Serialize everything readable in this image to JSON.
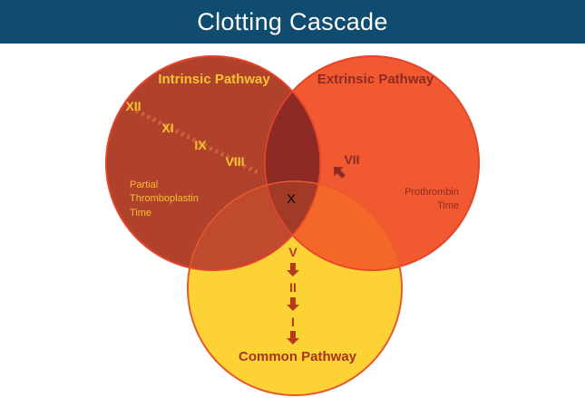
{
  "title": "Clotting Cascade",
  "colors": {
    "header": "#0f4c70",
    "intrinsic": "#b0412a",
    "extrinsic": "#f15a30",
    "common": "#fcd235",
    "overlap_ie": "#8e2a24",
    "overlap_ic": "#bf4a2e",
    "overlap_ec": "#f46728",
    "center": "#a13a26",
    "roman_yellow": "#f6c230",
    "arrow": "#b63a1e"
  },
  "intrinsic": {
    "label": "Intrinsic Pathway",
    "factors": [
      "XII",
      "XI",
      "IX",
      "VIII"
    ],
    "test": [
      "Partial",
      "Thromboplastin",
      "Time"
    ]
  },
  "extrinsic": {
    "label": "Extrinsic Pathway",
    "factor": "VII",
    "test": [
      "Prothrombin",
      "Time"
    ]
  },
  "common": {
    "label": "Common Pathway",
    "factors": [
      "V",
      "II",
      "I"
    ]
  },
  "center_factor": "X"
}
